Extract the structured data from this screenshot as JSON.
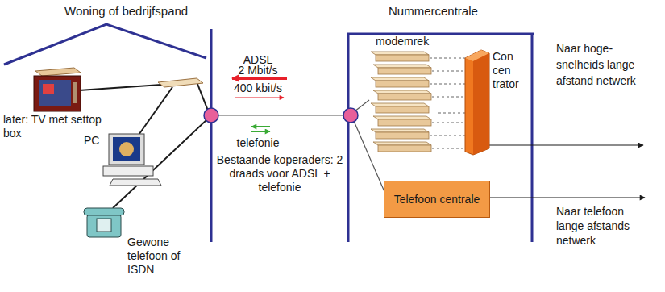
{
  "diagram": {
    "nodes": [
      {
        "text": [
          "modemrek"
        ]
      },
      {
        "text": [
          "Con cen trator"
        ]
      },
      {
        "text": [
          "Telefoon centrale"
        ]
      }
    ],
    "edges": [
      {
        "from": 0,
        "to": 1,
        "arrow": "none"
      }
    ],
    "labels": [
      "Woning of bedrijfspand",
      "Nummercentrale",
      "ADSL",
      "2 Mbit/s",
      "400 kbit/s",
      "telefonie",
      "Bestaande koperaders: 2 draads voor ADSL + telefonie",
      "later: TV met settop box",
      "PC",
      "Gewone telefoon of ISDN",
      "Naar hoge- snelheids lange afstand netwerk",
      "Naar telefoon lange afstands netwerk"
    ]
  }
}
